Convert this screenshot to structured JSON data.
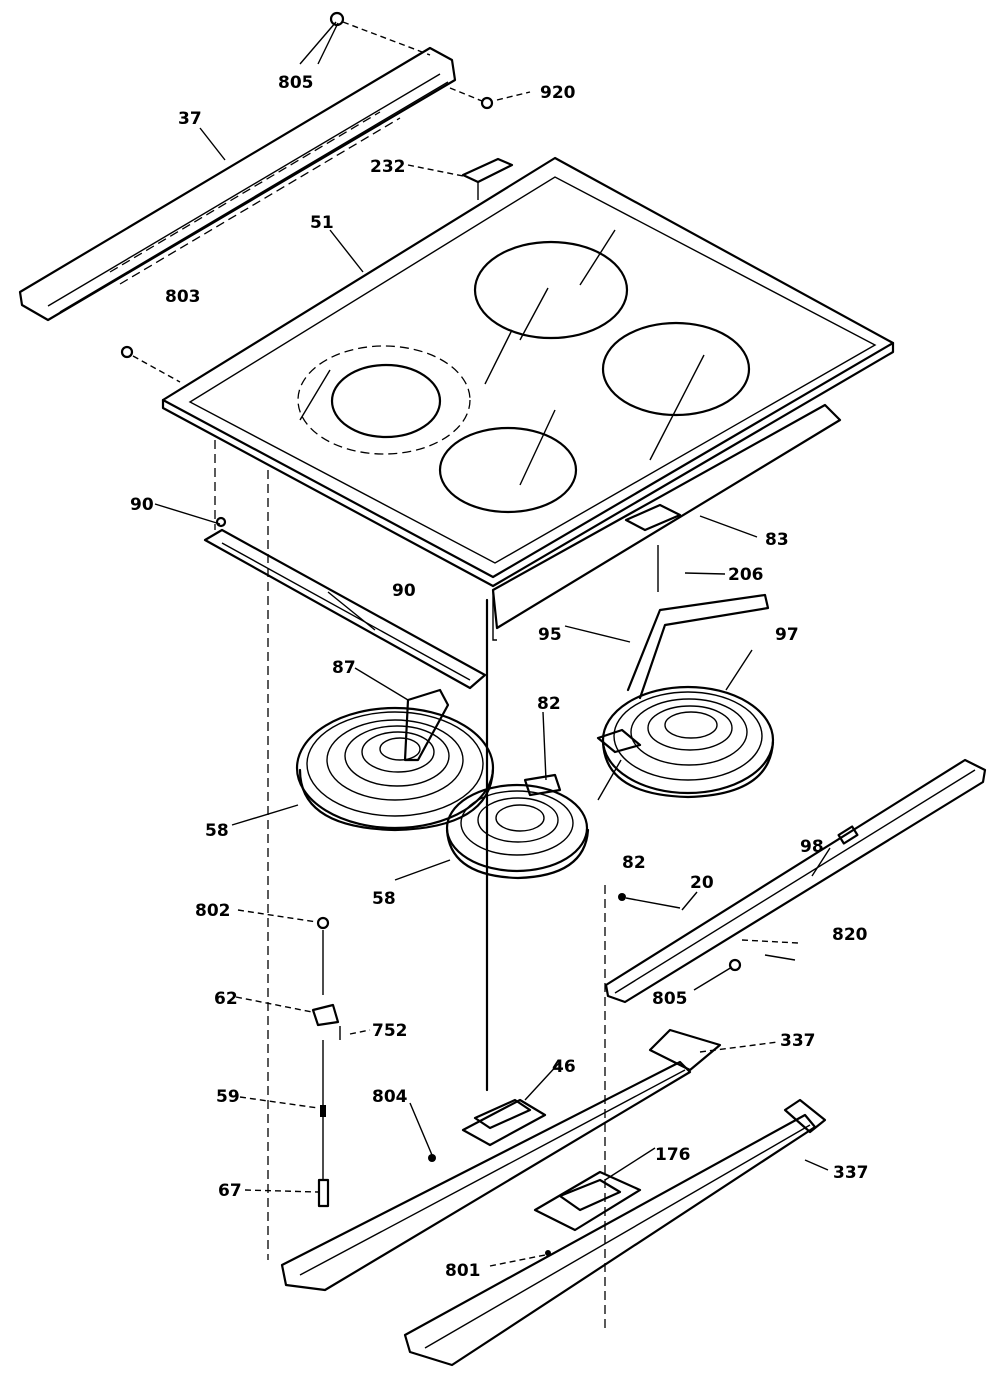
{
  "callouts": {
    "c805_top": "805",
    "c920": "920",
    "c37": "37",
    "c232": "232",
    "c51": "51",
    "c803": "803",
    "c90_a": "90",
    "c90_b": "90",
    "c83": "83",
    "c206": "206",
    "c95": "95",
    "c87": "87",
    "c82_a": "82",
    "c97": "97",
    "c58_a": "58",
    "c58_b": "58",
    "c82_b": "82",
    "c98": "98",
    "c20": "20",
    "c802": "802",
    "c820": "820",
    "c805_bot": "805",
    "c62": "62",
    "c752": "752",
    "c337_a": "337",
    "c46": "46",
    "c804": "804",
    "c59": "59",
    "c176": "176",
    "c337_b": "337",
    "c67": "67",
    "c801": "801"
  }
}
